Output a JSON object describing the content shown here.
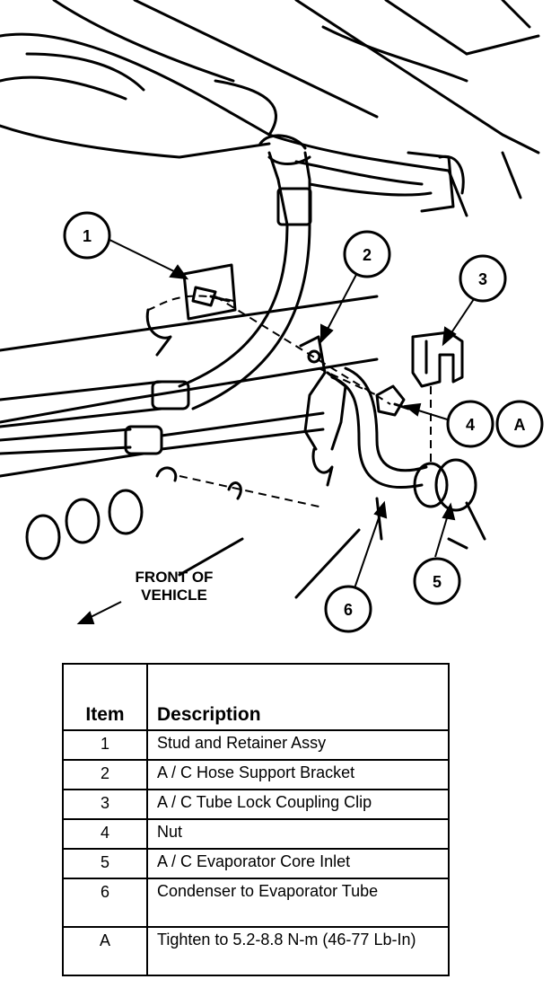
{
  "callouts": {
    "c1": "1",
    "c2": "2",
    "c3": "3",
    "c4": "4",
    "cA": "A",
    "c5": "5",
    "c6": "6"
  },
  "front_label": {
    "line1": "FRONT OF",
    "line2": "VEHICLE"
  },
  "legend": {
    "header_item": "Item",
    "header_description": "Description",
    "rows": [
      {
        "item": "1",
        "description": "Stud and Retainer Assy"
      },
      {
        "item": "2",
        "description": "A / C Hose Support Bracket"
      },
      {
        "item": "3",
        "description": "A / C Tube Lock Coupling Clip"
      },
      {
        "item": "4",
        "description": "Nut"
      },
      {
        "item": "5",
        "description": "A / C Evaporator Core Inlet"
      },
      {
        "item": "6",
        "description": "Condenser to Evaporator Tube"
      },
      {
        "item": "A",
        "description": "Tighten to 5.2-8.8 N-m (46-77 Lb-In)"
      }
    ]
  }
}
